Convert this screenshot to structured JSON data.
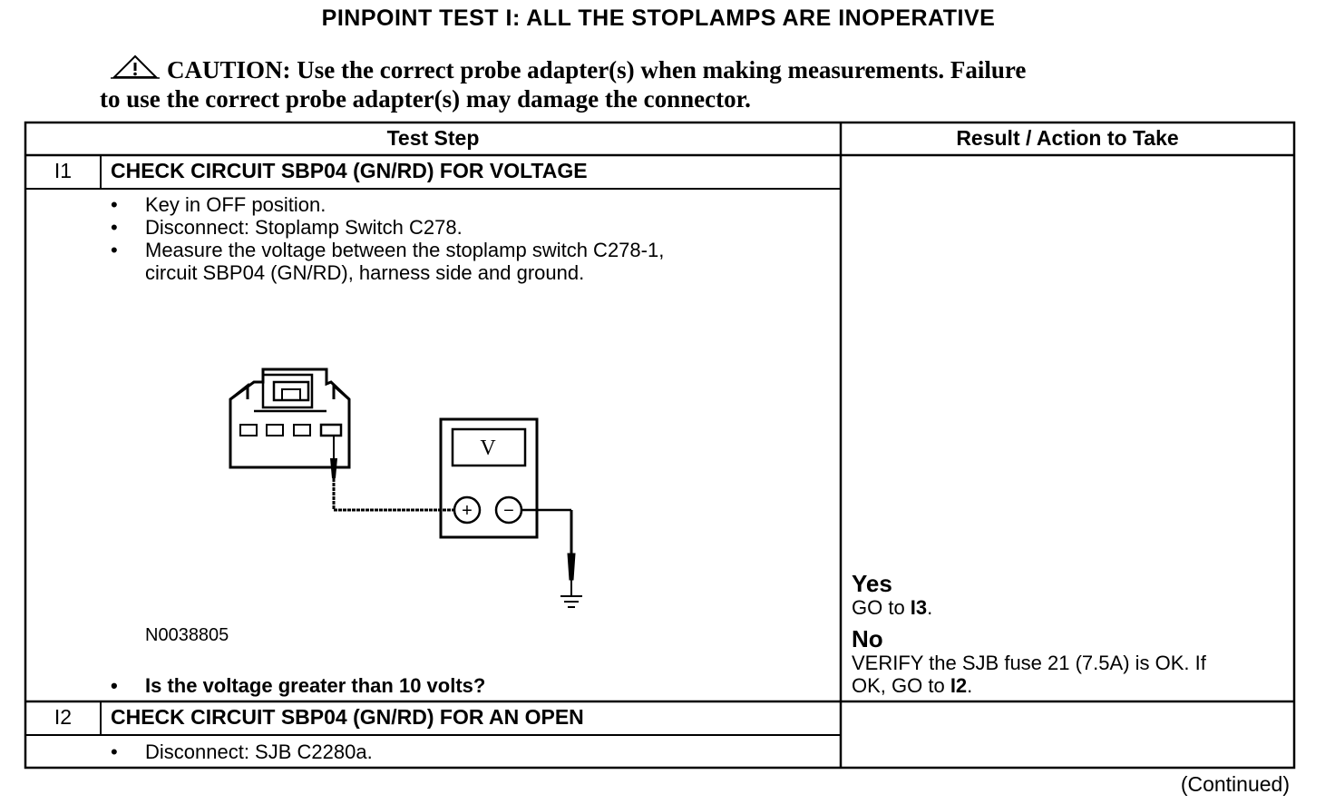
{
  "title": "PINPOINT TEST I: ALL THE STOPLAMPS ARE INOPERATIVE",
  "caution": {
    "label": "CAUTION:",
    "line1": "Use the correct probe adapter(s) when making measurements. Failure",
    "line2": "to use the correct probe adapter(s) may damage the connector."
  },
  "table": {
    "col_test_step": "Test Step",
    "col_result": "Result / Action to Take",
    "steps": [
      {
        "id": "I1",
        "heading": "CHECK CIRCUIT SBP04 (GN/RD) FOR VOLTAGE",
        "bullets": [
          "Key in OFF position.",
          "Disconnect: Stoplamp Switch C278.",
          "Measure the voltage between the stoplamp switch C278-1,",
          "circuit SBP04 (GN/RD), harness side and ground."
        ],
        "figure_id": "N0038805",
        "question": "Is the voltage greater than 10 volts?",
        "results": {
          "yes_label": "Yes",
          "yes_pre": "GO to ",
          "yes_ref": "I3",
          "yes_post": ".",
          "no_label": "No",
          "no_line1": "VERIFY the SJB fuse 21 (7.5A) is OK. If",
          "no_line2_pre": "OK, GO to ",
          "no_ref": "I2",
          "no_line2_post": "."
        }
      },
      {
        "id": "I2",
        "heading": "CHECK CIRCUIT SBP04 (GN/RD) FOR AN OPEN",
        "bullets": [
          "Disconnect: SJB C2280a."
        ]
      }
    ]
  },
  "meter_symbol": "V",
  "plus_symbol": "+",
  "minus_symbol": "−",
  "continued": "(Continued)"
}
